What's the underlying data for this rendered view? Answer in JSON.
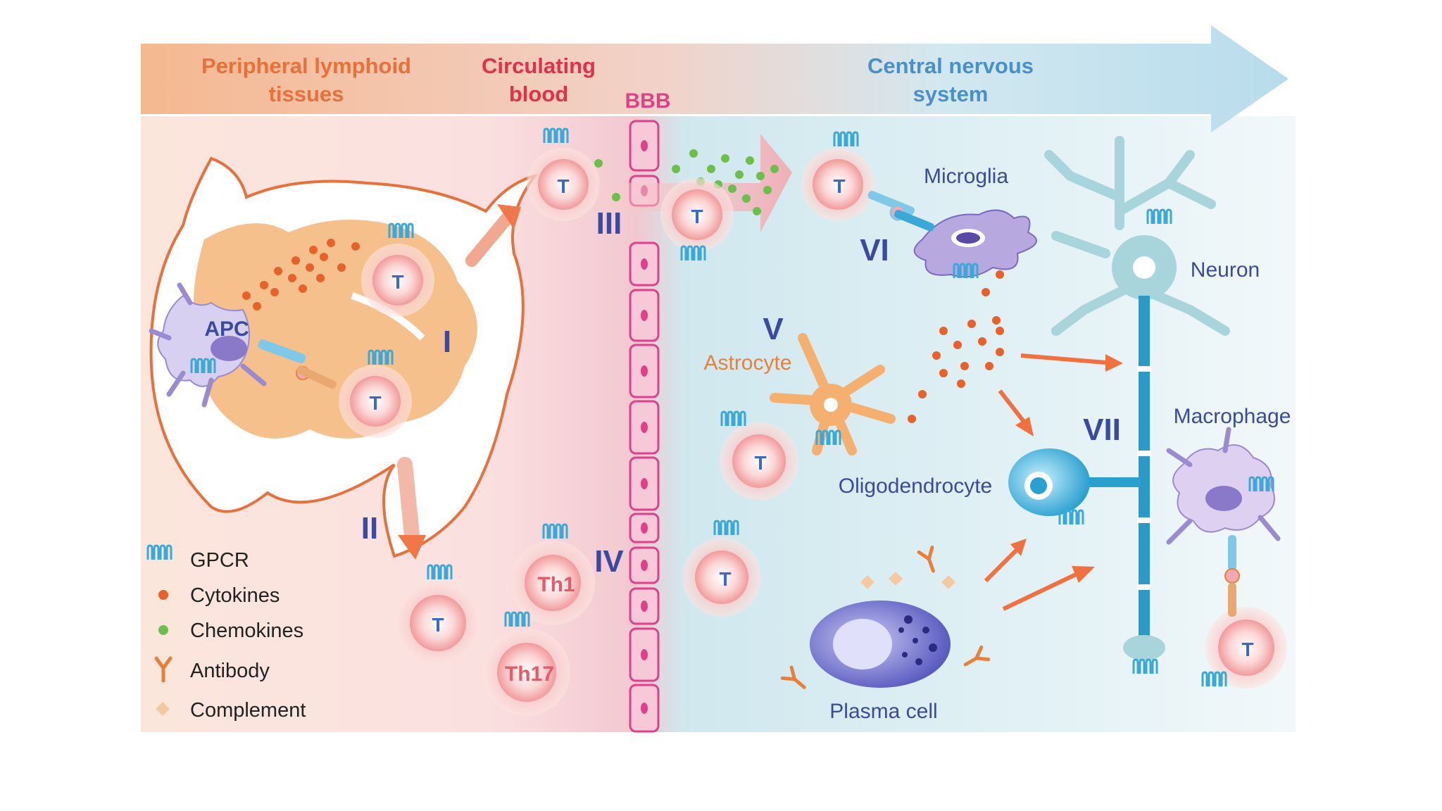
{
  "header": {
    "zones": [
      {
        "line1": "Peripheral lymphoid",
        "line2": "tissues",
        "color": "#e8703a"
      },
      {
        "line1": "Circulating",
        "line2": "blood",
        "color": "#e0304a"
      },
      {
        "line1": "Central nervous",
        "line2": "system",
        "color": "#4a90c8"
      }
    ],
    "barrier": "BBB"
  },
  "stages": [
    "I",
    "II",
    "III",
    "IV",
    "V",
    "VI",
    "VII"
  ],
  "cells": {
    "apc": "APC",
    "t": "T",
    "th1": "Th1",
    "th17": "Th17",
    "microglia": "Microglia",
    "neuron": "Neuron",
    "astrocyte": "Astrocyte",
    "oligodendrocyte": "Oligodendrocyte",
    "macrophage": "Macrophage",
    "plasma": "Plasma cell"
  },
  "legend": [
    {
      "icon": "gpcr-icon",
      "label": "GPCR"
    },
    {
      "icon": "cytokine-dot-icon",
      "label": "Cytokines"
    },
    {
      "icon": "chemokine-dot-icon",
      "label": "Chemokines"
    },
    {
      "icon": "antibody-icon",
      "label": "Antibody"
    },
    {
      "icon": "complement-icon",
      "label": "Complement"
    }
  ],
  "colors": {
    "cytokine": "#e8602a",
    "chemokine": "#6cbf4a",
    "stage_label": "#3a4aa0",
    "t_cell": "#e85a6a",
    "endothelium": "#e0408a",
    "neuron": "#a8d4dc",
    "oligo": "#2aa0d0"
  }
}
